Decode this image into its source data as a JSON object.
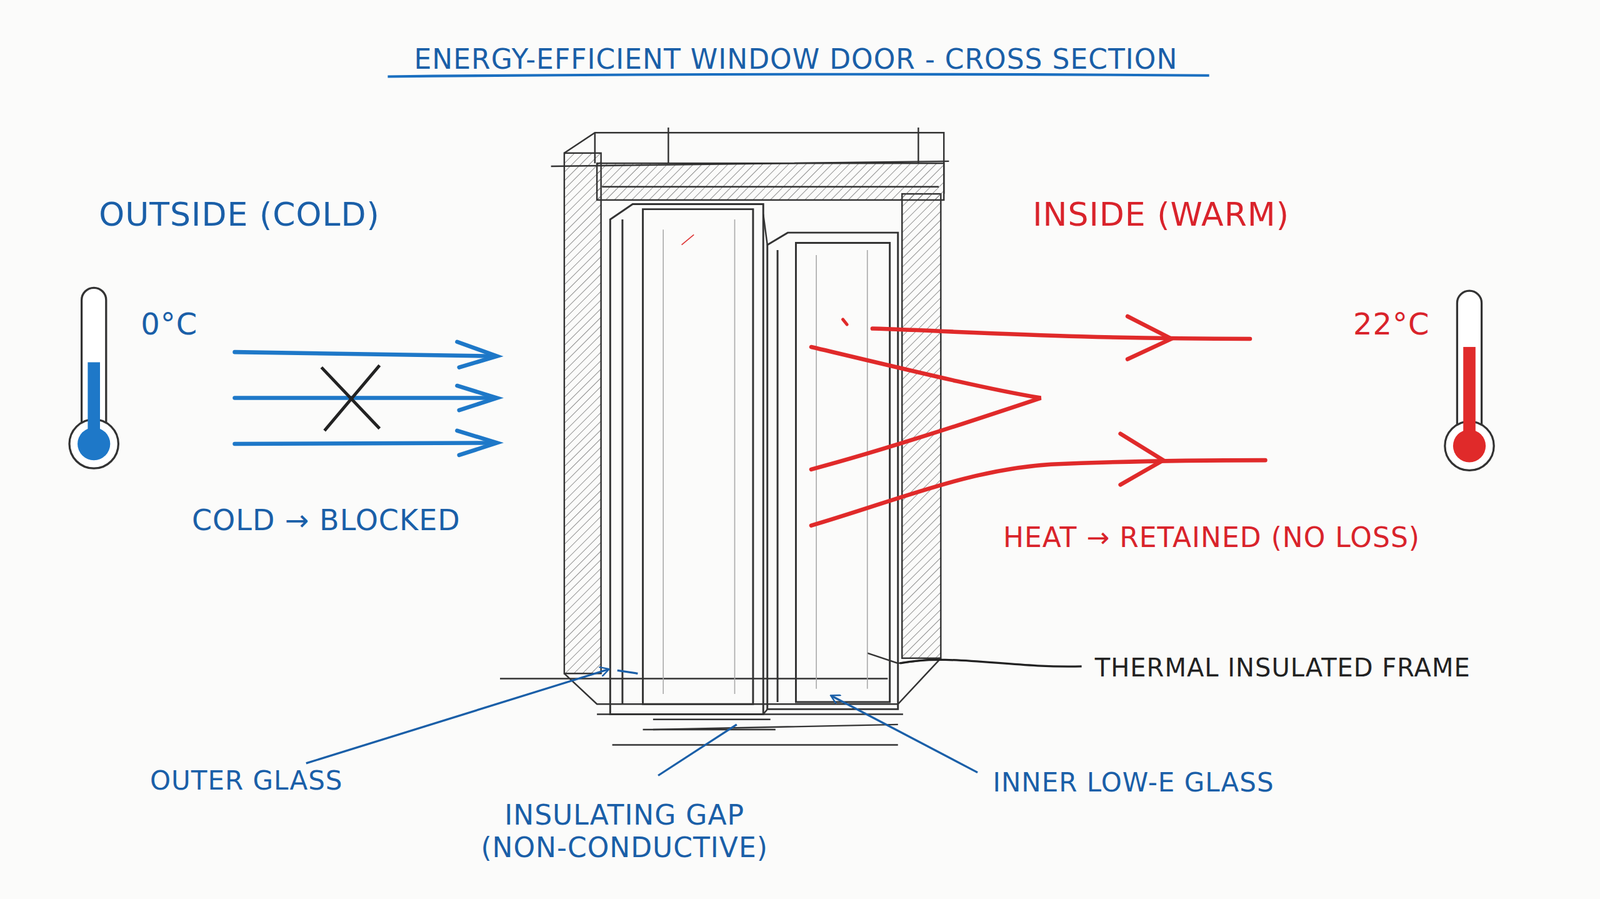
{
  "diagram": {
    "title": "ENERGY-EFFICIENT WINDOW DOOR - CROSS SECTION",
    "labels": [
      "OUTSIDE (COLD)",
      "0°C",
      "COLD → BLOCKED",
      "INSIDE (WARM)",
      "22°C",
      "HEAT → RETAINED (NO LOSS)",
      "THERMAL INSULATED FRAME",
      "OUTER GLASS",
      "INSULATING GAP (NON-CONDUCTIVE)",
      "INNER LOW-E GLASS"
    ]
  }
}
